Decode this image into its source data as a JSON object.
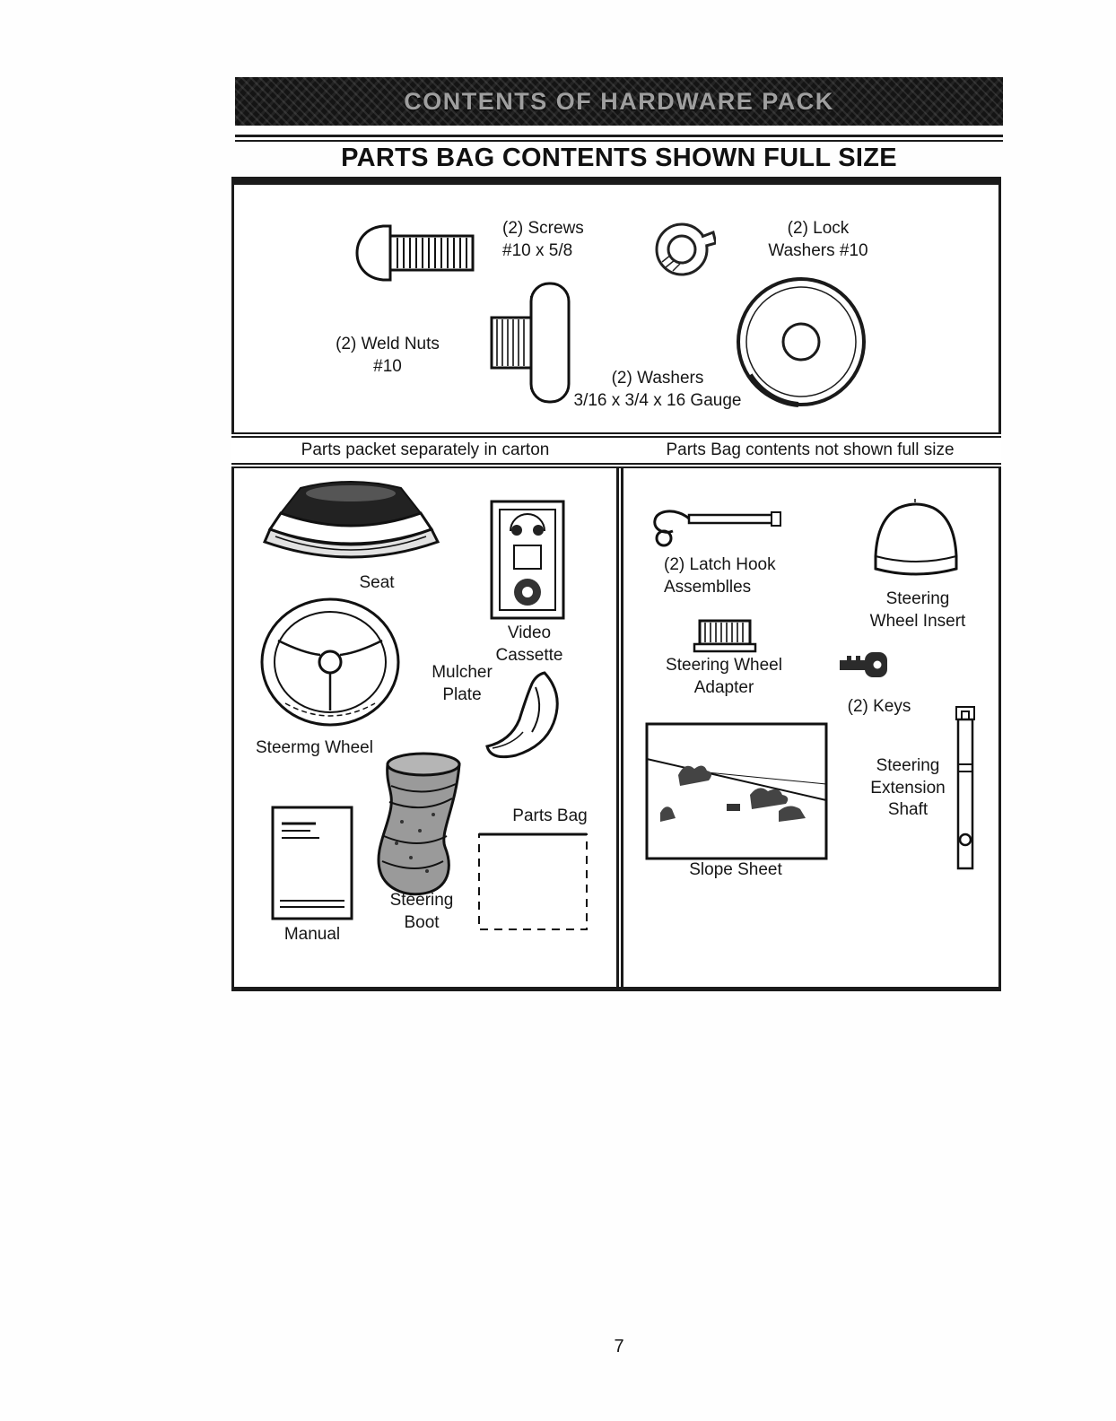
{
  "banner": {
    "text": "CONTENTS OF HARDWARE PACK"
  },
  "title": "PARTS BAG CONTENTS SHOWN FULL SIZE",
  "hardware": {
    "screws": "(2) Screws\n#10 x 5/8",
    "lock_washers": "(2) Lock\nWashers #10",
    "weld_nuts": "(2) Weld Nuts\n#10",
    "washers": "(2) Washers\n3/16 x 3/4 x 16 Gauge"
  },
  "sections": {
    "left_header": "Parts packet separately in carton",
    "right_header": "Parts Bag contents not shown full size"
  },
  "carton_items": {
    "seat": "Seat",
    "video_cassette": "Video\nCassette",
    "mulcher_plate": "Mulcher\nPlate",
    "steering_wheel": "Steermg Wheel",
    "parts_bag": "Parts Bag",
    "steering_boot": "Steering\nBoot",
    "manual": "Manual"
  },
  "bag_items": {
    "latch_hooks": "(2) Latch Hook\nAssemblles",
    "steering_wheel_insert": "Steering\nWheel Insert",
    "steering_wheel_adapter": "Steering Wheel\nAdapter",
    "keys": "(2) Keys",
    "steering_extension_shaft": "Steering\nExtension\nShaft",
    "slope_sheet": "Slope Sheet"
  },
  "page_number": "7"
}
